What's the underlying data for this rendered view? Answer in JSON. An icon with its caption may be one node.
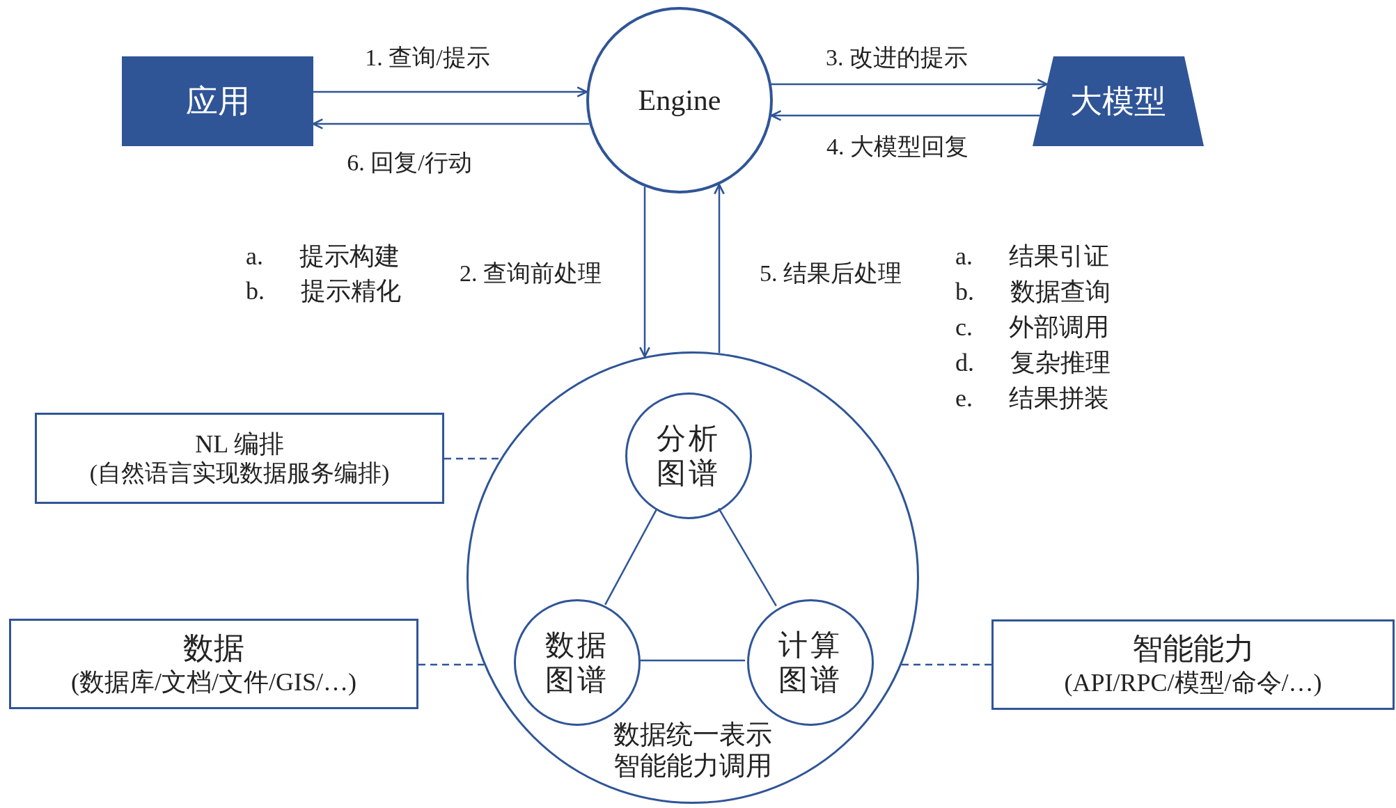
{
  "diagram": {
    "nodes": [
      {
        "text": [
          "应用"
        ]
      },
      {
        "text": [
          "Engine"
        ]
      },
      {
        "text": [
          "大模型"
        ]
      },
      {
        "text": [
          "数据统一表示智能能力调用"
        ]
      },
      {
        "text": [
          "分析图谱"
        ],
        "in": 3
      },
      {
        "text": [
          "数据图谱"
        ],
        "in": 3
      },
      {
        "text": [
          "计算图谱"
        ],
        "in": 3
      },
      {
        "text": [
          "NL 编排",
          "(自然语言实现数据服务编排)"
        ]
      },
      {
        "text": [
          "数据",
          "(数据库/文档/文件/GIS/…)"
        ]
      },
      {
        "text": [
          "智能能力",
          "(API/RPC/模型/命令/…)"
        ]
      }
    ],
    "edges": [
      {
        "from": 0,
        "to": 1,
        "arrow": "to",
        "label": "1. 查询/提示"
      },
      {
        "from": 1,
        "to": 0,
        "arrow": "to",
        "label": "6. 回复/行动"
      },
      {
        "from": 1,
        "to": 2,
        "arrow": "to",
        "label": "3. 改进的提示"
      },
      {
        "from": 2,
        "to": 1,
        "arrow": "to",
        "label": "4. 大模型回复"
      },
      {
        "from": 1,
        "to": 3,
        "arrow": "to",
        "label": "2. 查询前处理"
      },
      {
        "from": 3,
        "to": 1,
        "arrow": "to",
        "label": "5. 结果后处理"
      },
      {
        "from": 4,
        "to": 5,
        "arrow": "none"
      },
      {
        "from": 4,
        "to": 6,
        "arrow": "none"
      },
      {
        "from": 5,
        "to": 6,
        "arrow": "none"
      },
      {
        "from": 7,
        "to": 3,
        "arrow": "none",
        "style": "dashed"
      },
      {
        "from": 8,
        "to": 3,
        "arrow": "none",
        "style": "dashed"
      },
      {
        "from": 9,
        "to": 3,
        "arrow": "none",
        "style": "dashed"
      }
    ],
    "labels": [
      "a. 提示构建",
      "b. 提示精化",
      "a. 结果引证",
      "b. 数据查询",
      "c. 外部调用",
      "d. 复杂推理",
      "e. 结果拼装"
    ]
  }
}
